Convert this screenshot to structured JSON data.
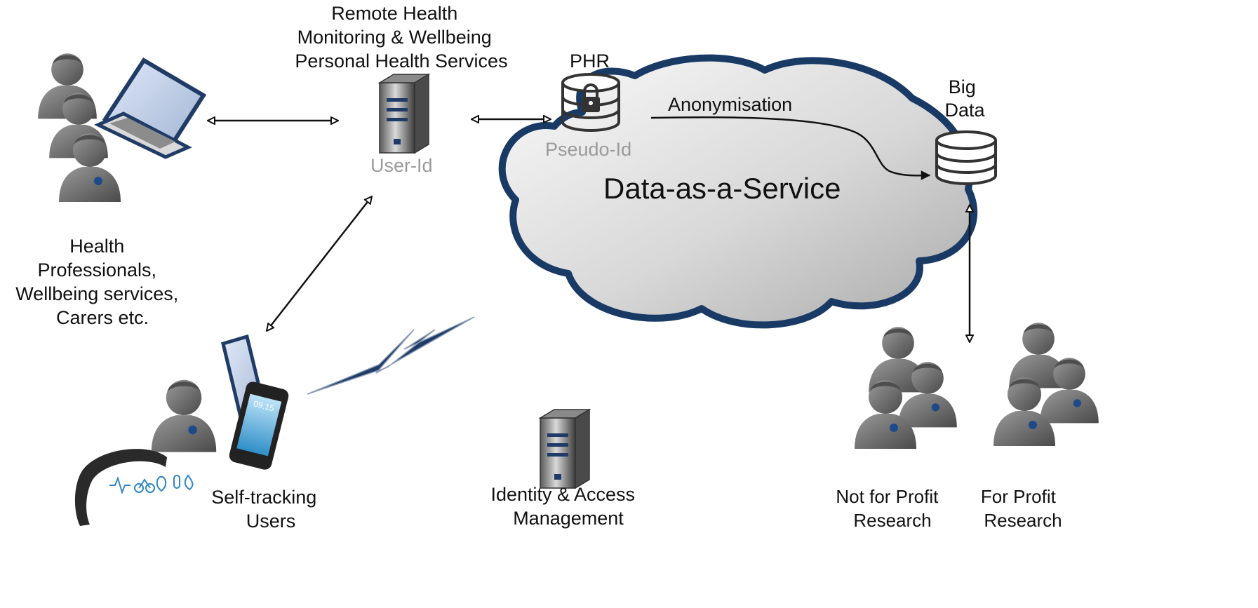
{
  "labels": {
    "remote_health": [
      "Remote Health",
      "Monitoring & Wellbeing",
      "Personal Health Services"
    ],
    "phr": "PHR",
    "pseudo_id": "Pseudo-Id",
    "user_id": "User-Id",
    "anonymisation": "Anonymisation",
    "big_data": [
      "Big",
      "Data"
    ],
    "cloud_title": "Data-as-a-Service",
    "health_professionals": [
      "Health",
      "Professionals,",
      "Wellbeing services,",
      "Carers etc."
    ],
    "self_tracking": [
      "Self-tracking",
      "Users"
    ],
    "iam": [
      "Identity & Access",
      "Management"
    ],
    "not_for_profit": [
      "Not for Profit",
      "Research"
    ],
    "for_profit": [
      "For Profit",
      "Research"
    ],
    "phone_time": "09:15"
  },
  "colors": {
    "cloud_outline": "#1a3a66",
    "navy": "#1f3b66",
    "person_gray": "#6f6f6f",
    "muted_text": "#9a9a9a"
  }
}
